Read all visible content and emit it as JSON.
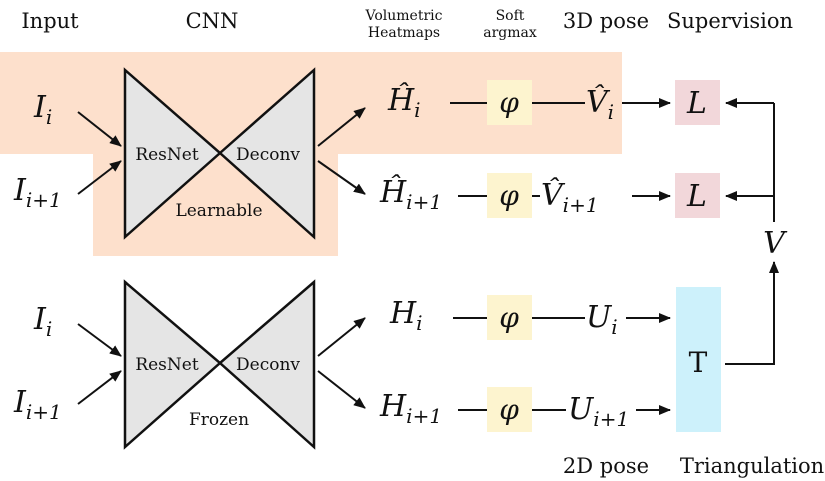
{
  "headers": {
    "input": "Input",
    "cnn": "CNN",
    "volumetric_line1": "Volumetric",
    "volumetric_line2": "Heatmaps",
    "soft_line1": "Soft",
    "soft_line2": "argmax",
    "pose3d": "3D pose",
    "supervision": "Supervision",
    "pose2d": "2D pose",
    "triangulation": "Triangulation"
  },
  "network": {
    "resnet": "ResNet",
    "deconv": "Deconv",
    "learnable": "Learnable",
    "frozen": "Frozen"
  },
  "symbols": {
    "I": "I",
    "i": "i",
    "i_plus_1": "i+1",
    "H": "H",
    "H_hat": "Ĥ",
    "V_hat": "V̂",
    "U": "U",
    "phi": "φ",
    "L": "L",
    "T": "T",
    "V": "V"
  },
  "colors": {
    "learnable_region": "#fde0cc",
    "network_fill": "#e5e5e5",
    "softargmax_box": "#fdf4cf",
    "loss_box": "#f2d7da",
    "triangulation_box": "#cdf1fb"
  }
}
